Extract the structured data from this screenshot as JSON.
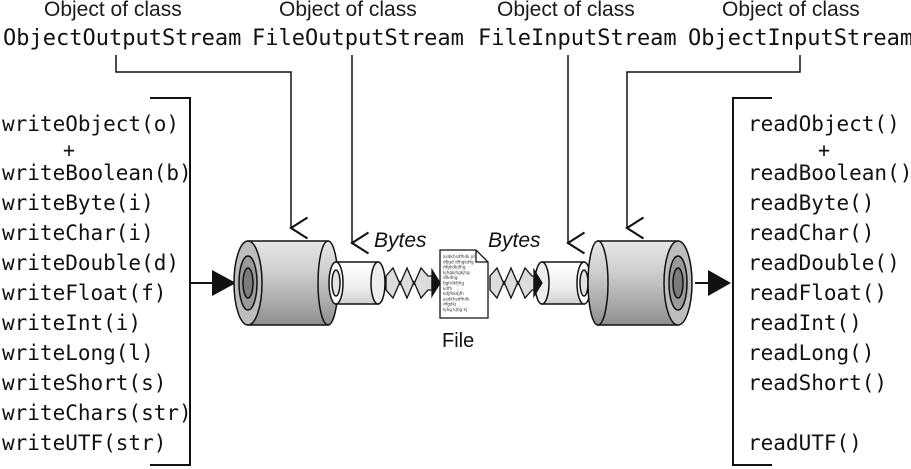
{
  "headers": [
    {
      "class_label": "Object of class",
      "class_name": "ObjectOutputStream"
    },
    {
      "class_label": "Object of class",
      "class_name": "FileOutputStream"
    },
    {
      "class_label": "Object of class",
      "class_name": "FileInputStream"
    },
    {
      "class_label": "Object of class",
      "class_name": "ObjectInputStream"
    }
  ],
  "write_methods": [
    "writeObject(o)",
    "writeBoolean(b)",
    "writeByte(i)",
    "writeChar(i)",
    "writeDouble(d)",
    "writeFloat(f)",
    "writeInt(i)",
    "writeLong(l)",
    "writeShort(s)",
    "writeChars(str)",
    "writeUTF(str)"
  ],
  "read_methods": [
    "readObject()",
    "readBoolean()",
    "readByte()",
    "readChar()",
    "readDouble()",
    "readFloat()",
    "readInt()",
    "readLong()",
    "readShort()",
    "",
    "readUTF()"
  ],
  "plus_sign": "+",
  "bytes_label": "Bytes",
  "file_label": "File",
  "file_doc_text": [
    "asdkhsdfhdk jd",
    "dfjgd dfhgkdfg",
    "dfghdkjfhg",
    "kjhgkjhgkjhg",
    "dfkdhg",
    "fjghdkfjhg",
    "kdfh",
    "kdjfhkdjfh",
    "asdkhsdfhdk",
    "dfgdkj",
    "kjhg kjhg kj"
  ],
  "colors": {
    "cylinder_gray": "#c4c4c4",
    "cylinder_dark": "#8a8a8a",
    "line": "#111111"
  }
}
